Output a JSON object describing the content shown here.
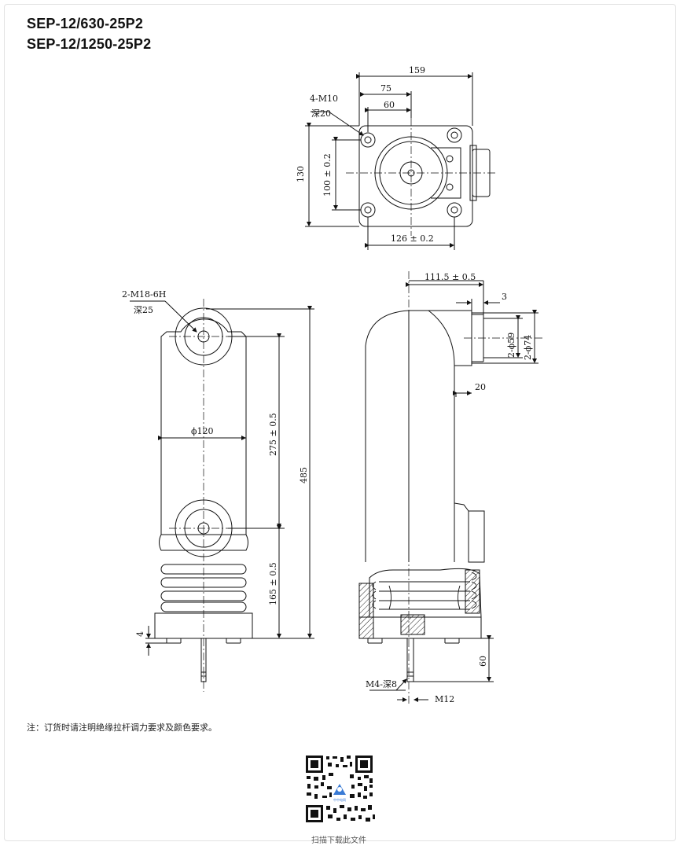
{
  "models": [
    "SEP-12/630-25P2",
    "SEP-12/1250-25P2"
  ],
  "top_view": {
    "dim_width": "159",
    "dim_75": "75",
    "dim_60": "60",
    "hole_callout_1": "4-M10",
    "hole_callout_2": "深20",
    "dim_height": "130",
    "dim_hole_vertical": "100 ± 0.2",
    "dim_hole_horizontal": "126 ± 0.2"
  },
  "front_view": {
    "thread_callout_1": "2-M18-6H",
    "thread_callout_2": "深25",
    "dia_body": "ϕ120",
    "dim_275": "275 ± 0.5",
    "dim_165": "165 ± 0.5",
    "dim_485": "485",
    "dim_4": "4"
  },
  "side_view": {
    "dim_111": "111.5 ± 0.5",
    "dim_3": "3",
    "dia_59": "2-ϕ59",
    "dia_74": "2-ϕ74",
    "dim_20": "20",
    "dim_60": "60",
    "thread_m4": "M4-深8",
    "thread_m12": "M12"
  },
  "note": "注：订货时请注明绝缘拉杆调力要求及颜色要求。",
  "qr": {
    "caption": "扫描下载此文件",
    "logo_text": "中中电网"
  }
}
